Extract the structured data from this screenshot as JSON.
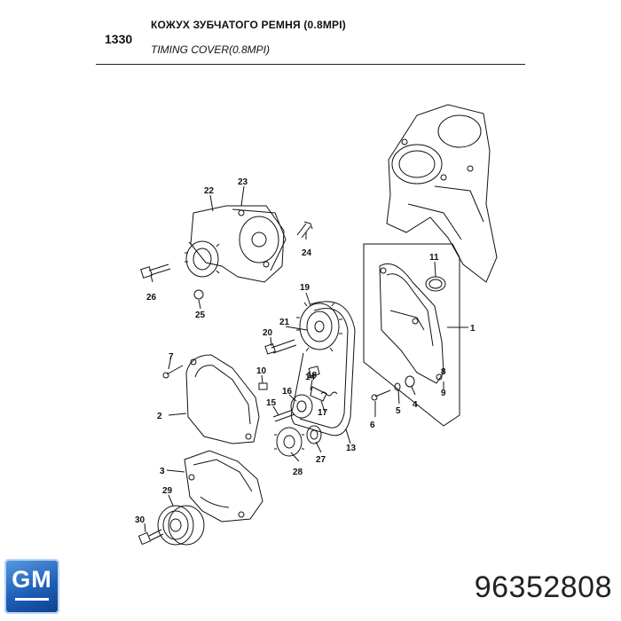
{
  "header": {
    "section_code": "1330",
    "title_ru": "КОЖУХ ЗУБЧАТОГО РЕМНЯ (0.8MPI)",
    "title_en": "TIMING COVER(0.8MPI)"
  },
  "diagram": {
    "callouts": [
      "1",
      "2",
      "3",
      "4",
      "5",
      "6",
      "7",
      "8",
      "9",
      "10",
      "11",
      "13",
      "14",
      "15",
      "16",
      "17",
      "18",
      "19",
      "20",
      "21",
      "22",
      "23",
      "24",
      "25",
      "26",
      "27",
      "28",
      "29",
      "30"
    ]
  },
  "brand": {
    "logo_text": "GM",
    "logo_color": "#1f5fb8"
  },
  "part_number": "96352808"
}
